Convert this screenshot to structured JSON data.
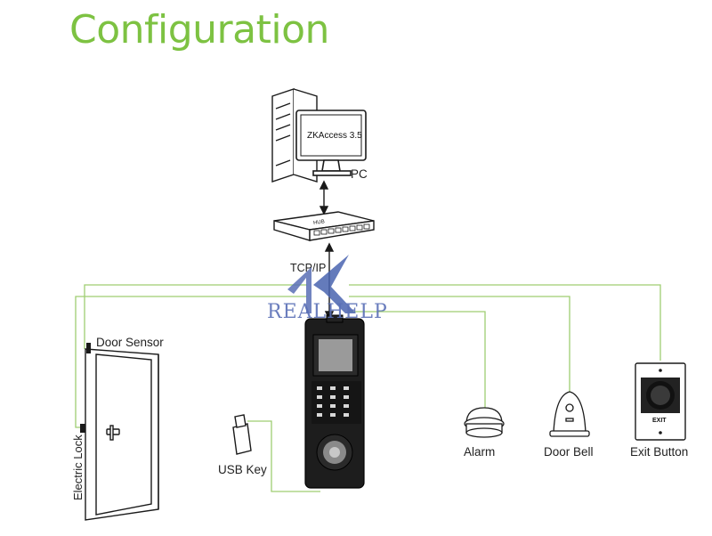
{
  "title": "Configuration",
  "software_label": "ZKAccess 3.5",
  "switch_label": "HUB",
  "exit_plate_label": "EXIT",
  "watermark_text": "REALHELP",
  "labels": {
    "pc": "PC",
    "tcpip": "TCP/IP",
    "door_sensor": "Door Sensor",
    "electric_lock": "Electric Lock",
    "usb_key": "USB Key",
    "alarm": "Alarm",
    "door_bell": "Door Bell",
    "exit_button": "Exit Button"
  },
  "colors": {
    "title": "#7dc242",
    "wire": "#9fce72",
    "device": "#1a1a1a",
    "watermark": "#5a6fb6"
  }
}
